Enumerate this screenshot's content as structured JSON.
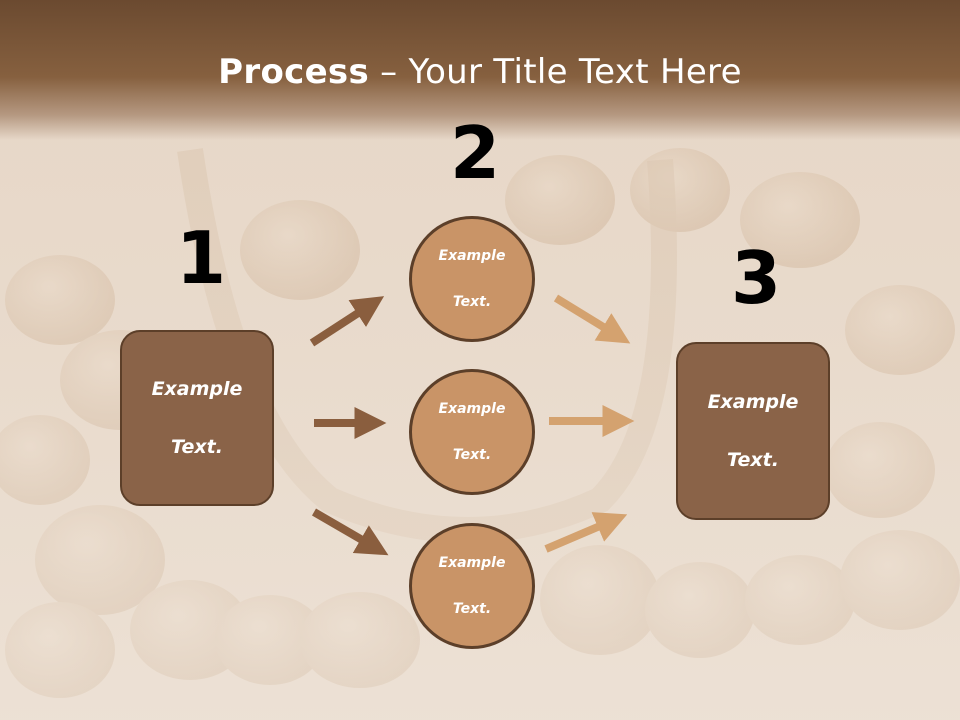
{
  "title": {
    "bold": "Process",
    "rest": " – Your Title Text Here"
  },
  "steps": {
    "num1": "1",
    "num2": "2",
    "num3": "3"
  },
  "box_left": {
    "line1": "Example",
    "line2": "Text."
  },
  "box_right": {
    "line1": "Example",
    "line2": "Text."
  },
  "circles": [
    {
      "line1": "Example",
      "line2": "Text."
    },
    {
      "line1": "Example",
      "line2": "Text."
    },
    {
      "line1": "Example",
      "line2": "Text."
    }
  ],
  "colors": {
    "title_band": "#6b4a30",
    "box_fill": "#8a6348",
    "circle_fill": "#c99467",
    "outline": "#5c3f29",
    "arrow_dark": "#8a5e3e",
    "arrow_light": "#d4a26f"
  }
}
